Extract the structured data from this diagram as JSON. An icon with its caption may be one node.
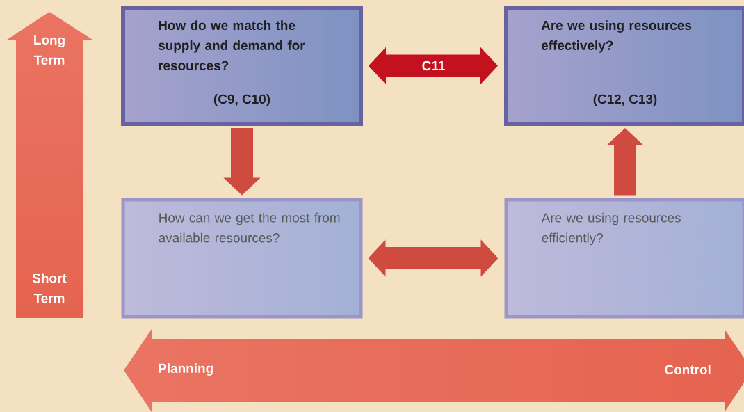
{
  "diagram": {
    "nodes": [
      {
        "text": [
          "How do we match the supply and demand for resources?",
          "(C9, C10)"
        ]
      },
      {
        "text": [
          "Are we using resources effectively?",
          "(C12, C13)"
        ]
      },
      {
        "text": [
          "How can we get the most from available resources?"
        ]
      },
      {
        "text": [
          "Are we using resources efficiently?"
        ]
      }
    ],
    "edges": [
      {
        "from": 0,
        "to": 2,
        "arrow": "to"
      },
      {
        "from": 0,
        "to": 1,
        "arrow": "both",
        "label": "C11",
        "color": "#c3111f"
      },
      {
        "from": 2,
        "to": 3,
        "arrow": "both"
      },
      {
        "from": 3,
        "to": 1,
        "arrow": "to"
      }
    ],
    "labels": [
      "Long Term",
      "Short Term",
      "Planning",
      "Control"
    ]
  }
}
